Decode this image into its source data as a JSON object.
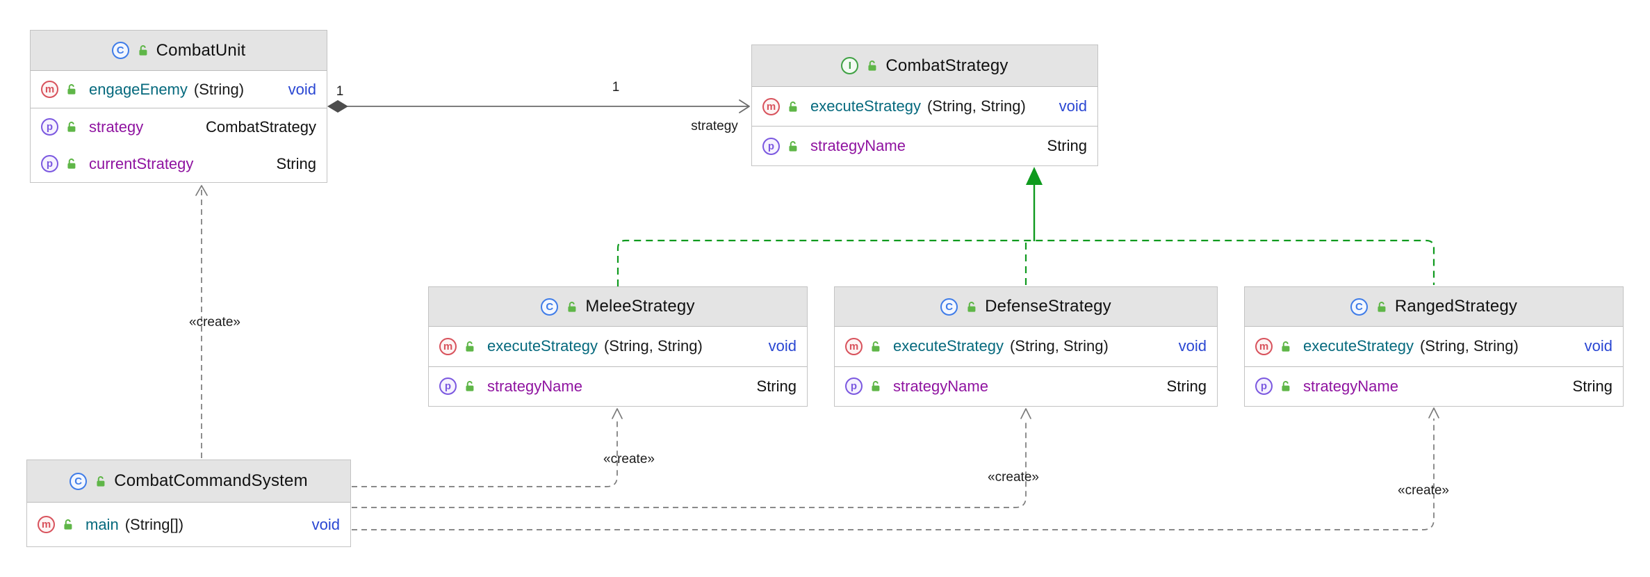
{
  "icons": {
    "class_letter": "C",
    "interface_letter": "I",
    "method_letter": "m",
    "property_letter": "p"
  },
  "colors": {
    "realization_green": "#0f9a1e",
    "dependency_gray": "#7a7a7a",
    "association_gray": "#6b6b6b",
    "method_name_teal": "#05697d",
    "keyword_blue": "#2946d2",
    "property_purple": "#8f13a0",
    "header_background": "#e4e4e4",
    "lock_green": "#5fb648"
  },
  "classes": [
    {
      "name": "CombatUnit",
      "kind": "class",
      "methods": [
        {
          "name": "engageEnemy",
          "params": "(String)",
          "returns": "void"
        }
      ],
      "properties": [
        {
          "name": "strategy",
          "type": "CombatStrategy"
        },
        {
          "name": "currentStrategy",
          "type": "String"
        }
      ]
    },
    {
      "name": "CombatStrategy",
      "kind": "interface",
      "methods": [
        {
          "name": "executeStrategy",
          "params": "(String, String)",
          "returns": "void"
        }
      ],
      "properties": [
        {
          "name": "strategyName",
          "type": "String"
        }
      ]
    },
    {
      "name": "MeleeStrategy",
      "kind": "class",
      "methods": [
        {
          "name": "executeStrategy",
          "params": "(String, String)",
          "returns": "void"
        }
      ],
      "properties": [
        {
          "name": "strategyName",
          "type": "String"
        }
      ]
    },
    {
      "name": "DefenseStrategy",
      "kind": "class",
      "methods": [
        {
          "name": "executeStrategy",
          "params": "(String, String)",
          "returns": "void"
        }
      ],
      "properties": [
        {
          "name": "strategyName",
          "type": "String"
        }
      ]
    },
    {
      "name": "RangedStrategy",
      "kind": "class",
      "methods": [
        {
          "name": "executeStrategy",
          "params": "(String, String)",
          "returns": "void"
        }
      ],
      "properties": [
        {
          "name": "strategyName",
          "type": "String"
        }
      ]
    },
    {
      "name": "CombatCommandSystem",
      "kind": "class",
      "methods": [
        {
          "name": "main",
          "params": "(String[])",
          "returns": "void"
        }
      ],
      "properties": []
    }
  ],
  "edges": {
    "association": {
      "from": "CombatUnit",
      "to": "CombatStrategy",
      "source_multiplicity": "1",
      "target_multiplicity": "1",
      "target_role": "strategy"
    },
    "realizations": [
      {
        "from": "MeleeStrategy",
        "to": "CombatStrategy"
      },
      {
        "from": "DefenseStrategy",
        "to": "CombatStrategy"
      },
      {
        "from": "RangedStrategy",
        "to": "CombatStrategy"
      }
    ],
    "dependencies": [
      {
        "from": "CombatCommandSystem",
        "to": "CombatUnit",
        "label": "«create»"
      },
      {
        "from": "CombatCommandSystem",
        "to": "MeleeStrategy",
        "label": "«create»"
      },
      {
        "from": "CombatCommandSystem",
        "to": "DefenseStrategy",
        "label": "«create»"
      },
      {
        "from": "CombatCommandSystem",
        "to": "RangedStrategy",
        "label": "«create»"
      }
    ]
  }
}
